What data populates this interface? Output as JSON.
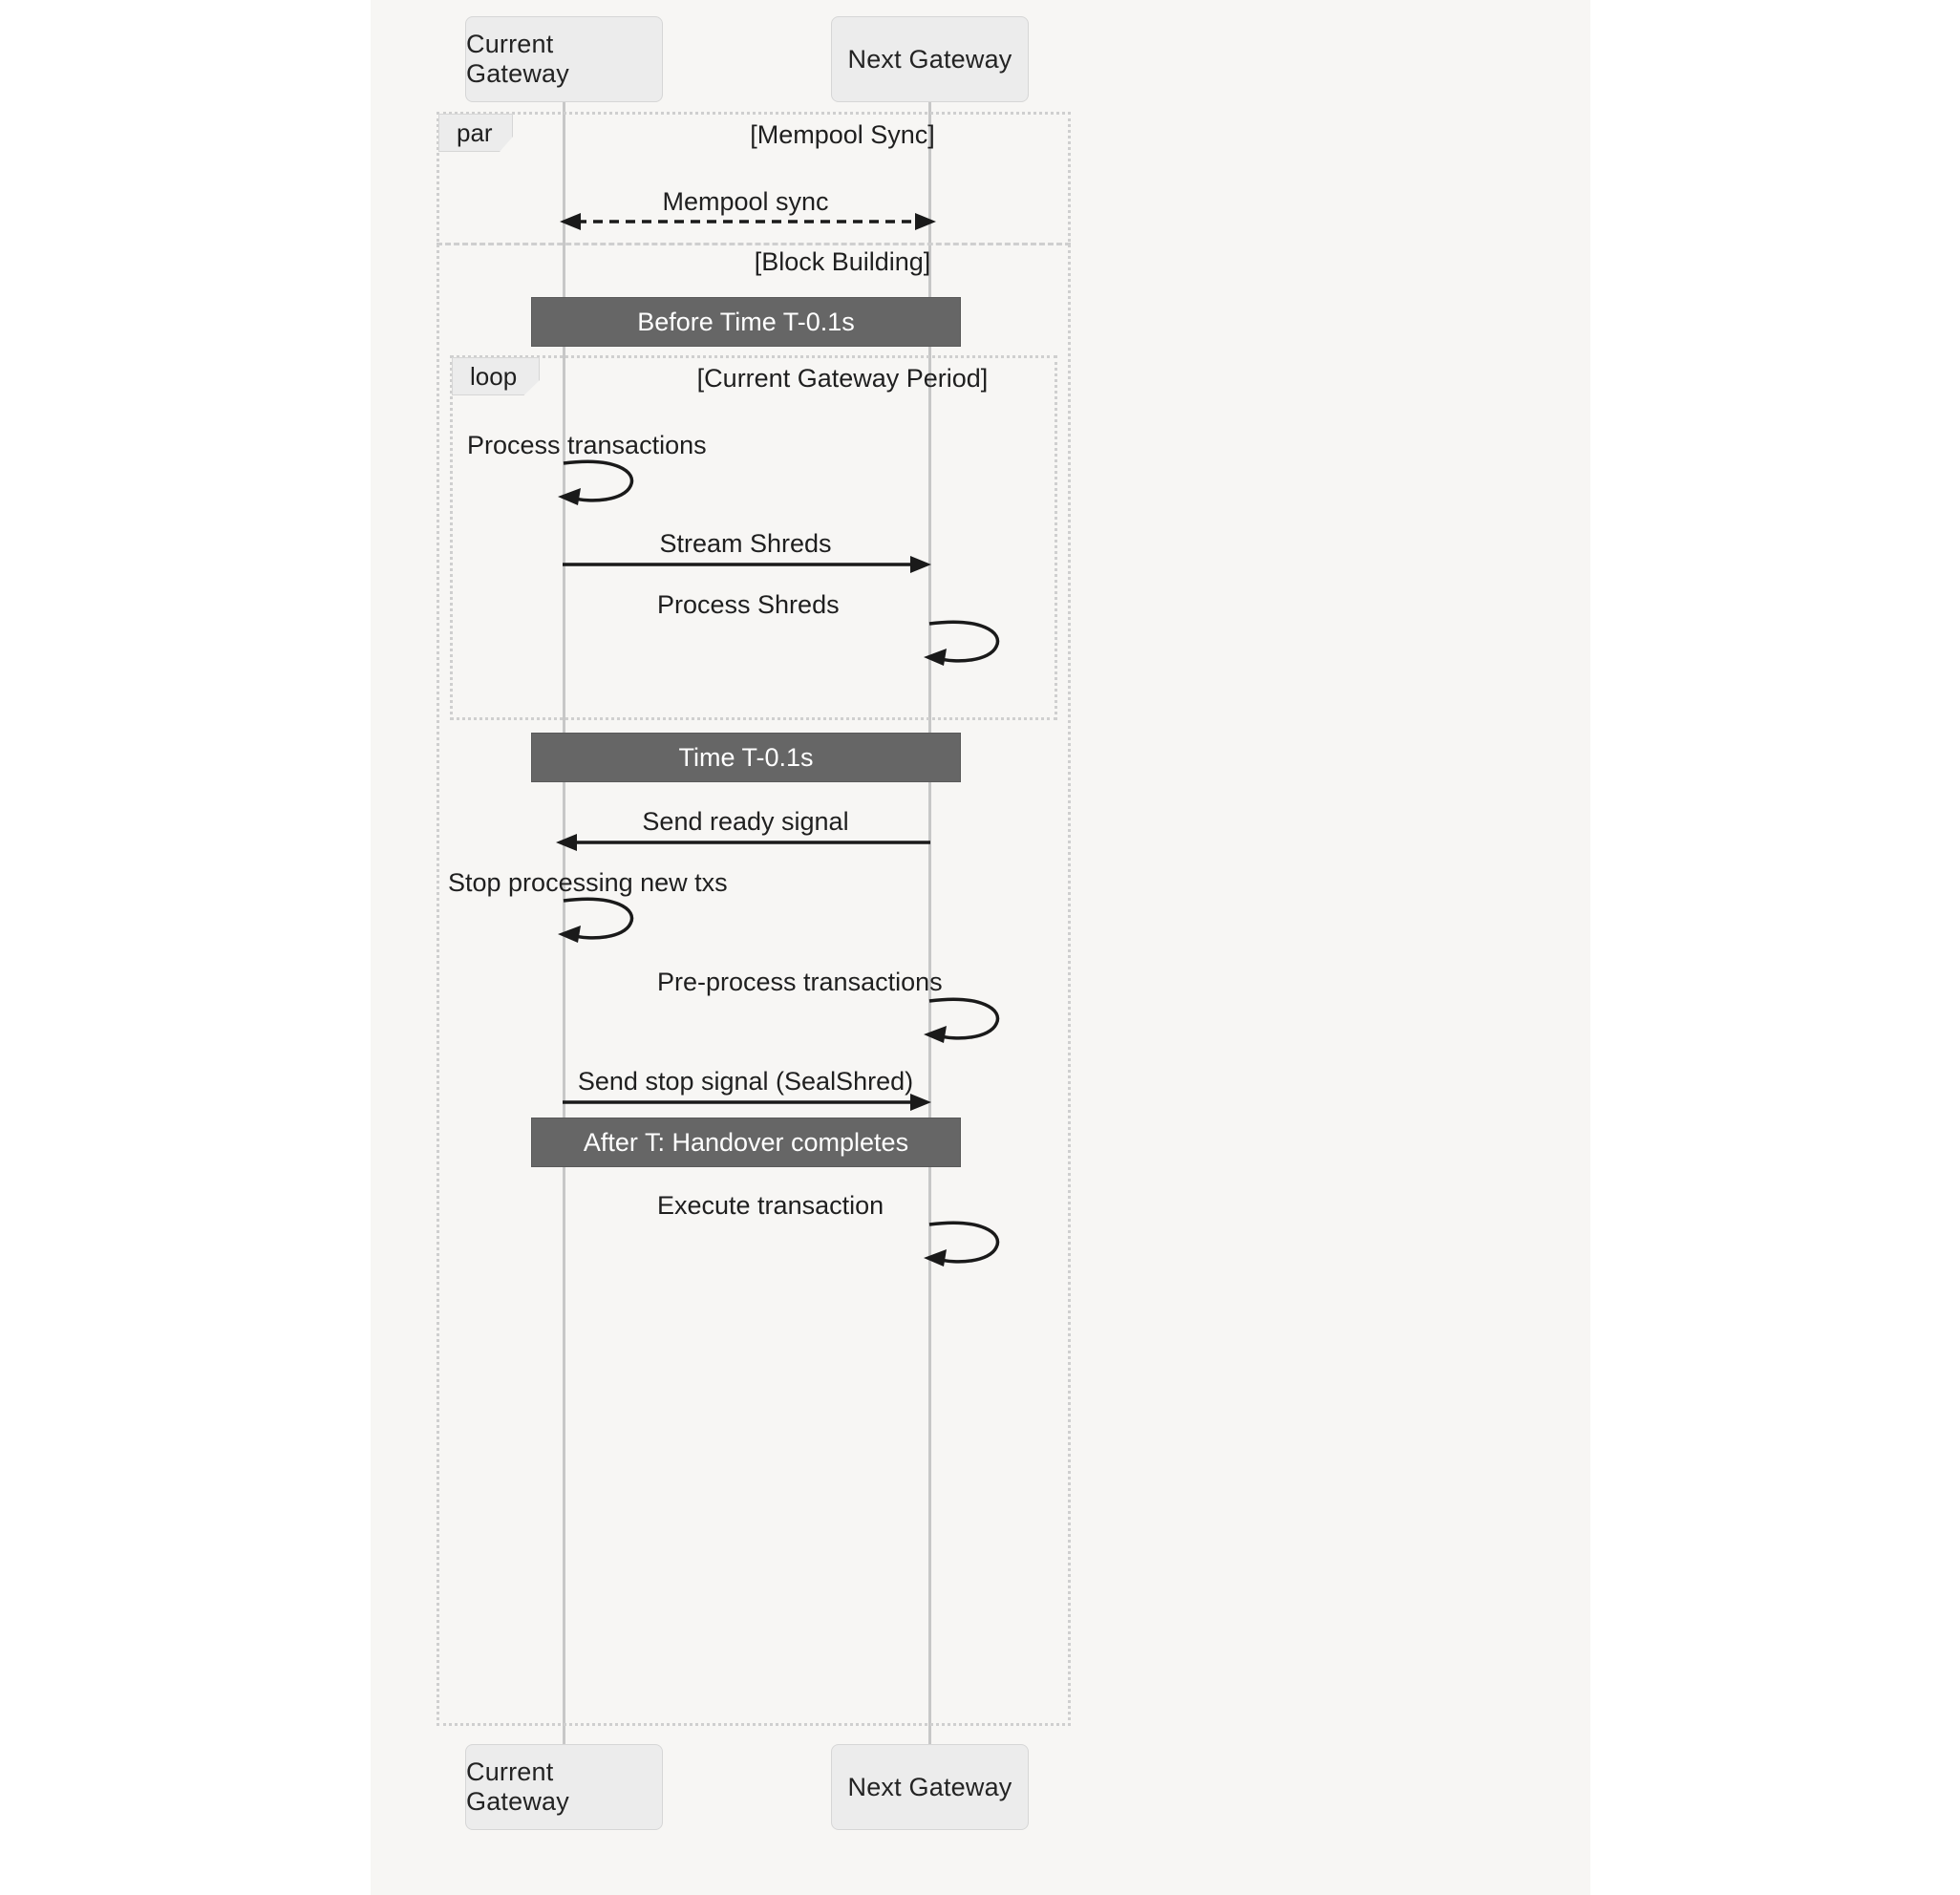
{
  "diagram": {
    "type": "sequence-diagram",
    "canvas_background": "#f7f6f4",
    "page_background": "#ffffff",
    "note_color": "#666666",
    "note_text_color": "#ffffff",
    "actor_fill": "#ececec",
    "actor_stroke": "#d6d6d6",
    "line_color": "#333333",
    "lifeline_color": "#c7c7c7",
    "fragment_border_color": "#cfcfcf"
  },
  "participants": [
    {
      "id": "current",
      "label": "Current Gateway"
    },
    {
      "id": "next",
      "label": "Next Gateway"
    }
  ],
  "participants_bottom": [
    {
      "id": "current",
      "label": "Current Gateway"
    },
    {
      "id": "next",
      "label": "Next Gateway"
    }
  ],
  "fragments": [
    {
      "id": "par",
      "keyword": "par",
      "sections": [
        {
          "title": "[Mempool Sync]"
        },
        {
          "title": "[Block Building]"
        }
      ]
    },
    {
      "id": "loop",
      "keyword": "loop",
      "sections": [
        {
          "title": "[Current Gateway Period]"
        }
      ]
    }
  ],
  "notes": [
    {
      "id": "note-before-t",
      "text": "Before Time T-0.1s"
    },
    {
      "id": "note-time-t",
      "text": "Time T-0.1s"
    },
    {
      "id": "note-after-t",
      "text": "After T: Handover completes"
    }
  ],
  "messages": [
    {
      "id": "mempool-sync",
      "text": "Mempool sync",
      "from": "current",
      "to": "next",
      "style": "dashed",
      "arrow": "bidirectional"
    },
    {
      "id": "process-transactions",
      "text": "Process transactions",
      "from": "current",
      "to": "current",
      "style": "solid",
      "arrow": "self"
    },
    {
      "id": "stream-shreds",
      "text": "Stream Shreds",
      "from": "current",
      "to": "next",
      "style": "solid",
      "arrow": "right"
    },
    {
      "id": "process-shreds",
      "text": "Process Shreds",
      "from": "next",
      "to": "next",
      "style": "solid",
      "arrow": "self"
    },
    {
      "id": "send-ready-signal",
      "text": "Send ready signal",
      "from": "next",
      "to": "current",
      "style": "solid",
      "arrow": "left"
    },
    {
      "id": "stop-processing-new-txs",
      "text": "Stop processing new txs",
      "from": "current",
      "to": "current",
      "style": "solid",
      "arrow": "self"
    },
    {
      "id": "pre-process-transactions",
      "text": "Pre-process transactions",
      "from": "next",
      "to": "next",
      "style": "solid",
      "arrow": "self"
    },
    {
      "id": "send-stop-signal",
      "text": "Send stop signal (SealShred)",
      "from": "current",
      "to": "next",
      "style": "solid",
      "arrow": "right"
    },
    {
      "id": "execute-transaction",
      "text": "Execute transaction",
      "from": "next",
      "to": "next",
      "style": "solid",
      "arrow": "self"
    }
  ]
}
